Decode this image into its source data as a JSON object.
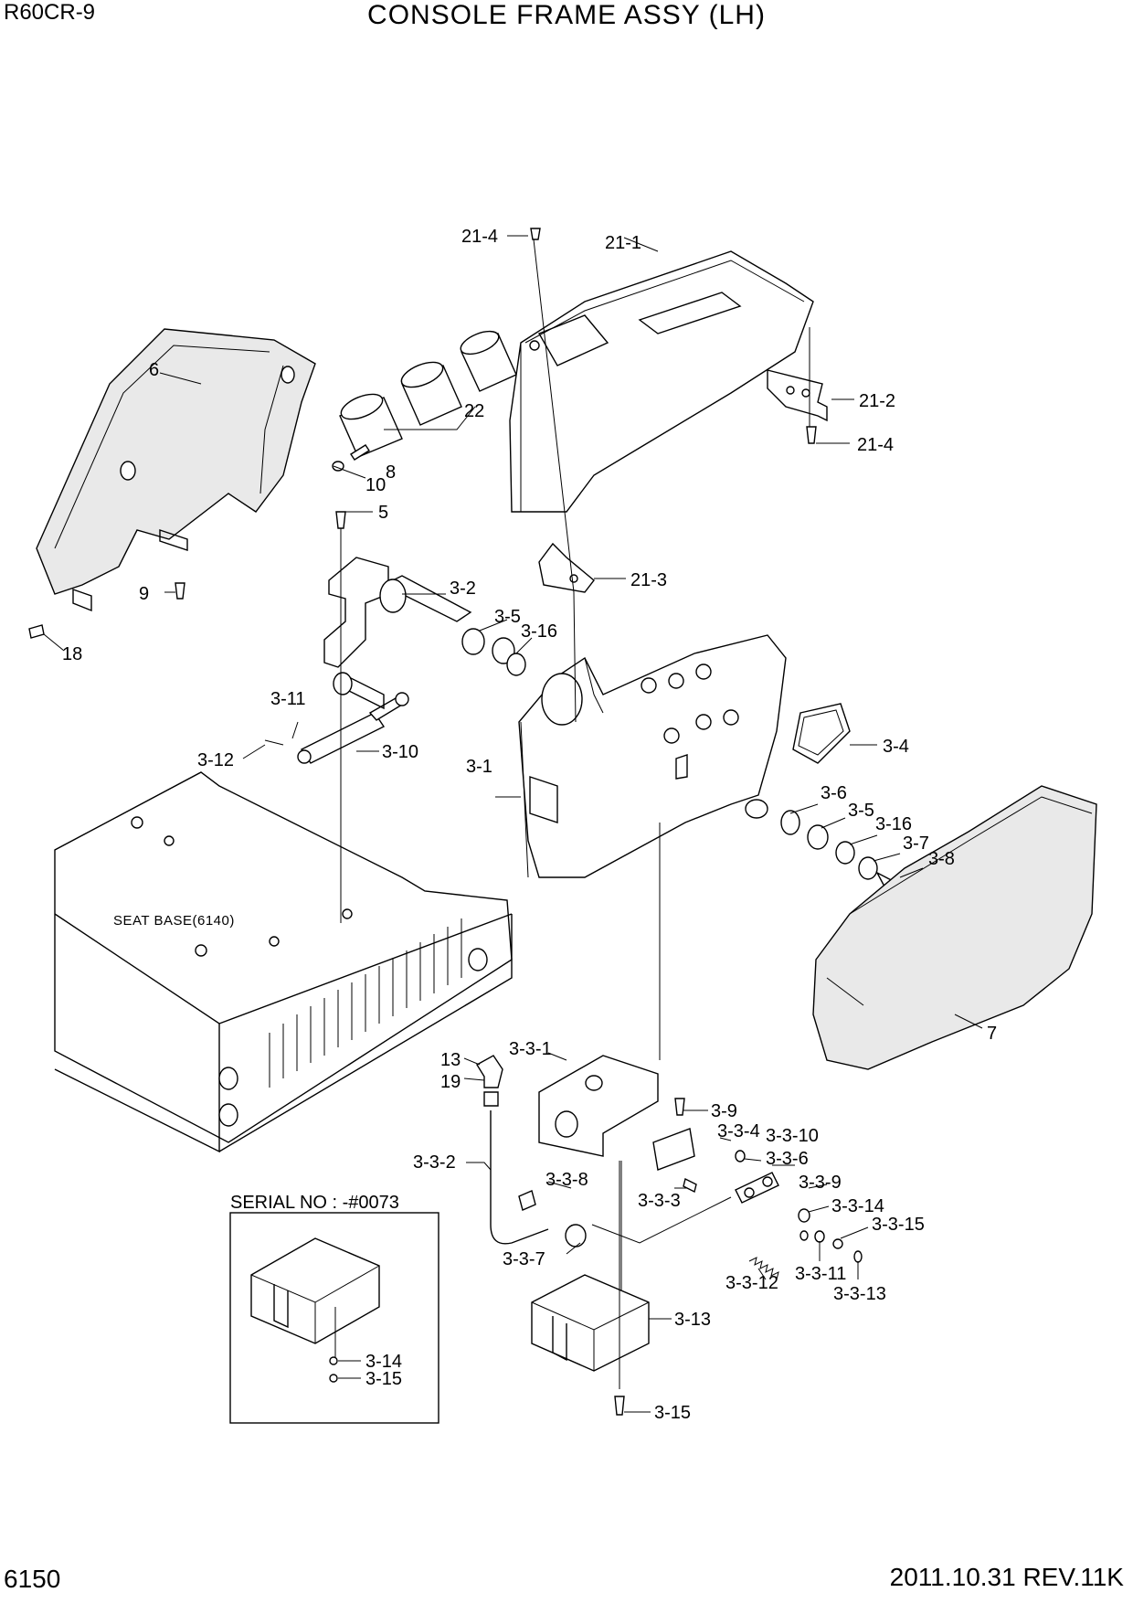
{
  "header": {
    "model": "R60CR-9",
    "title": "CONSOLE FRAME ASSY (LH)"
  },
  "footer": {
    "page_number": "6150",
    "revision": "2011.10.31  REV.11K"
  },
  "labels": {
    "seat_base": "SEAT BASE(6140)",
    "serial_note": "SERIAL NO : -#0073"
  },
  "callouts": {
    "c21_4_top": "21-4",
    "c21_1": "21-1",
    "c21_2": "21-2",
    "c21_4_bottom": "21-4",
    "c21_3": "21-3",
    "c22": "22",
    "c6": "6",
    "c8": "8",
    "c10": "10",
    "c5": "5",
    "c9": "9",
    "c18": "18",
    "c3_2": "3-2",
    "c3_5_a": "3-5",
    "c3_16_a": "3-16",
    "c3_11": "3-11",
    "c3_12": "3-12",
    "c3_10": "3-10",
    "c3_1": "3-1",
    "c3_4": "3-4",
    "c3_6": "3-6",
    "c3_5_b": "3-5",
    "c3_16_b": "3-16",
    "c3_7": "3-7",
    "c3_8": "3-8",
    "c7": "7",
    "c13": "13",
    "c19": "19",
    "c3_3_1": "3-3-1",
    "c3_9": "3-9",
    "c3_3_4": "3-3-4",
    "c3_3_10": "3-3-10",
    "c3_3_6": "3-3-6",
    "c3_3_9": "3-3-9",
    "c3_3_14": "3-3-14",
    "c3_3_15": "3-3-15",
    "c3_3_2": "3-3-2",
    "c3_3_8": "3-3-8",
    "c3_3_3": "3-3-3",
    "c3_3_7": "3-3-7",
    "c3_3_12": "3-3-12",
    "c3_3_11": "3-3-11",
    "c3_3_13": "3-3-13",
    "c3_13": "3-13",
    "c3_14": "3-14",
    "c3_15_box": "3-15",
    "c3_15": "3-15"
  }
}
